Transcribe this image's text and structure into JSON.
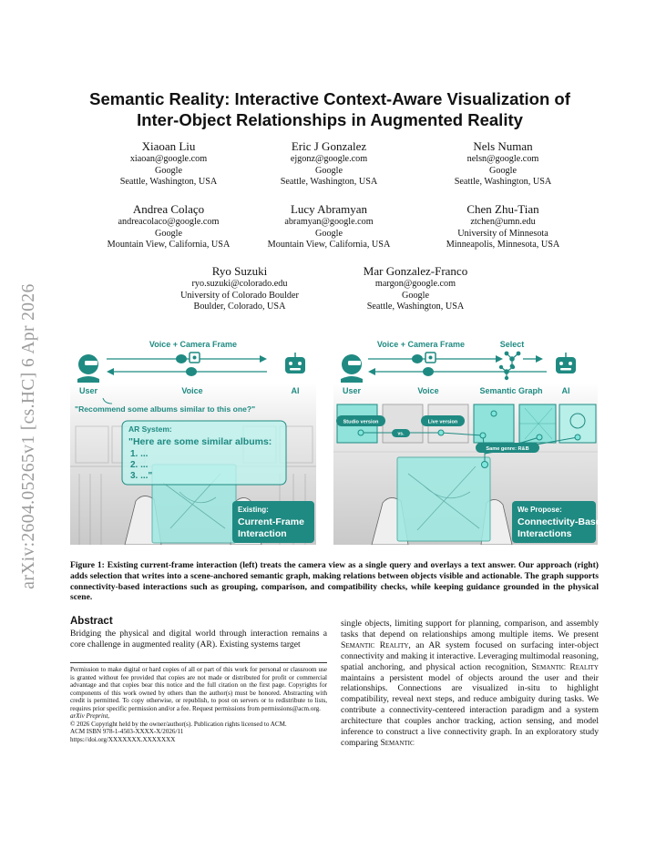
{
  "arxiv_stamp": "arXiv:2604.05265v1  [cs.HC]  6 Apr 2026",
  "title_line1": "Semantic Reality: Interactive Context-Aware Visualization of",
  "title_line2": "Inter-Object Relationships in Augmented Reality",
  "authors": [
    {
      "name": "Xiaoan Liu",
      "email": "xiaoan@google.com",
      "org": "Google",
      "loc": "Seattle, Washington, USA"
    },
    {
      "name": "Eric J Gonzalez",
      "email": "ejgonz@google.com",
      "org": "Google",
      "loc": "Seattle, Washington, USA"
    },
    {
      "name": "Nels Numan",
      "email": "nelsn@google.com",
      "org": "Google",
      "loc": "Seattle, Washington, USA"
    },
    {
      "name": "Andrea Colaço",
      "email": "andreacolaco@google.com",
      "org": "Google",
      "loc": "Mountain View, California, USA"
    },
    {
      "name": "Lucy Abramyan",
      "email": "abramyan@google.com",
      "org": "Google",
      "loc": "Mountain View, California, USA"
    },
    {
      "name": "Chen Zhu-Tian",
      "email": "ztchen@umn.edu",
      "org": "University of Minnesota",
      "loc": "Minneapolis, Minnesota, USA"
    },
    {
      "name": "Ryo Suzuki",
      "email": "ryo.suzuki@colorado.edu",
      "org": "University of Colorado Boulder",
      "loc": "Boulder, Colorado, USA"
    },
    {
      "name": "Mar Gonzalez-Franco",
      "email": "margon@google.com",
      "org": "Google",
      "loc": "Seattle, Washington, USA"
    }
  ],
  "figure": {
    "left": {
      "top_label": "Voice + Camera Frame",
      "user": "User",
      "voice": "Voice",
      "ai": "AI",
      "quote": "\"Recommend some albums similar to this one?\"",
      "ar_title": "AR System:",
      "ar_line1": "\"Here are some similar albums:",
      "ar_l1": "1. ...",
      "ar_l2": "2. ...",
      "ar_l3": "3. ...\"",
      "tag_small": "Existing:",
      "tag_line1": "Current-Frame",
      "tag_line2": "Interaction"
    },
    "right": {
      "top_label": "Voice + Camera Frame",
      "select": "Select",
      "user": "User",
      "voice": "Voice",
      "graph": "Semantic Graph",
      "ai": "AI",
      "studio": "Studio version",
      "live": "Live version",
      "vs": "vs.",
      "genre": "Same genre: R&B",
      "tag_small": "We Propose:",
      "tag_line1": "Connectivity-Based",
      "tag_line2": "Interactions"
    },
    "colors": {
      "teal": "#1f8a82",
      "teal_light": "#7fe6dc",
      "panel": "#bdf3ee"
    }
  },
  "caption": "Figure 1: Existing current-frame interaction (left) treats the camera view as a single query and overlays a text answer. Our approach (right) adds selection that writes into a scene-anchored semantic graph, making relations between objects visible and actionable. The graph supports connectivity-based interactions such as grouping, comparison, and compatibility checks, while keeping guidance grounded in the physical scene.",
  "abstract_heading": "Abstract",
  "abstract_col1": "Bridging the physical and digital world through interaction remains a core challenge in augmented reality (AR). Existing systems target",
  "permission": [
    "Permission to make digital or hard copies of all or part of this work for personal or classroom use is granted without fee provided that copies are not made or distributed for profit or commercial advantage and that copies bear this notice and the full citation on the first page. Copyrights for components of this work owned by others than the author(s) must be honored. Abstracting with credit is permitted. To copy otherwise, or republish, to post on servers or to redistribute to lists, requires prior specific permission and/or a fee. Request permissions from permissions@acm.org.",
    "arXiv Preprint,",
    "© 2026 Copyright held by the owner/author(s). Publication rights licensed to ACM.",
    "ACM ISBN 978-1-4503-XXXX-X/2026/11",
    "https://doi.org/XXXXXXX.XXXXXXX"
  ],
  "abstract_col2_a": "single objects, limiting support for planning, comparison, and assembly tasks that depend on relationships among multiple items. We present ",
  "system_name": "Semantic Reality",
  "abstract_col2_b": ", an AR system focused on surfacing inter-object connectivity and making it interactive. Leveraging multimodal reasoning, spatial anchoring, and physical action recognition, ",
  "abstract_col2_c": " maintains a persistent model of objects around the user and their relationships. Connections are visualized in-situ to highlight compatibility, reveal next steps, and reduce ambiguity during tasks. We contribute a connectivity-centered interaction paradigm and a system architecture that couples anchor tracking, action sensing, and model inference to construct a live connectivity graph. In an exploratory study comparing ",
  "system_name_tail": "Semantic"
}
